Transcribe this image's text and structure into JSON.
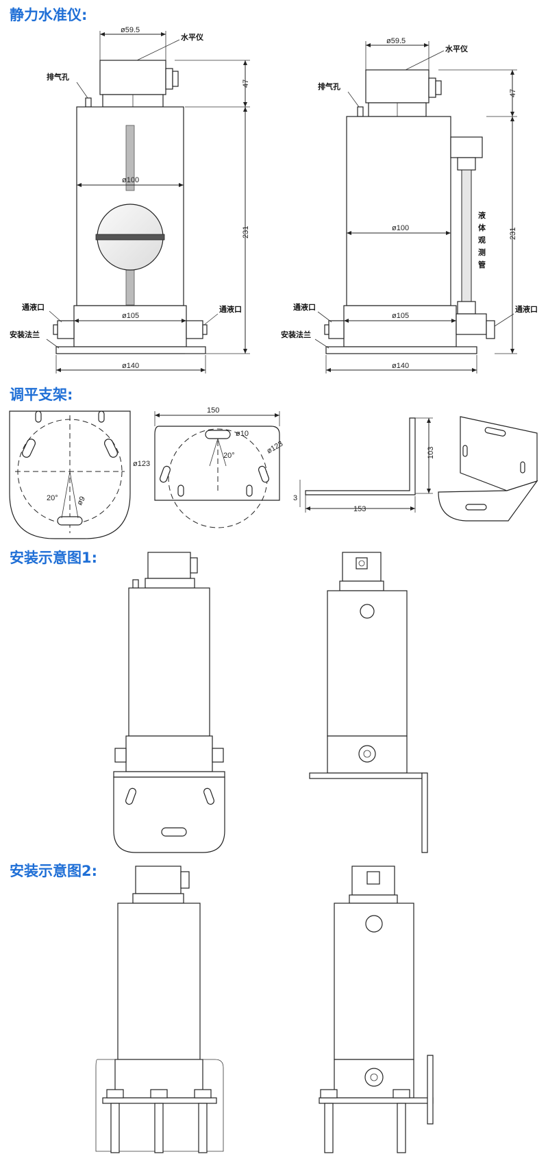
{
  "sections": {
    "s1": "静力水准仪:",
    "s2": "调平支架:",
    "s3": "安装示意图1:",
    "s4": "安装示意图2:"
  },
  "sensor_left": {
    "dia_top": "ø59.5",
    "level": "水平仪",
    "vent": "排气孔",
    "h_top": "47",
    "h_total": "231",
    "dia_body": "ø100",
    "port_left": "通液口",
    "port_right": "通液口",
    "flange": "安装法兰",
    "dia_base": "ø105",
    "dia_flange": "ø140"
  },
  "sensor_right": {
    "dia_top": "ø59.5",
    "level": "水平仪",
    "vent": "排气孔",
    "h_top": "47",
    "h_total": "231",
    "dia_body": "ø100",
    "tube_label": [
      "液",
      "体",
      "观",
      "测",
      "管"
    ],
    "port_left": "通液口",
    "port_right": "通液口",
    "flange": "安装法兰",
    "dia_base": "ø105",
    "dia_flange": "ø140"
  },
  "bracket": {
    "dia_a": "ø123",
    "angle_a": "20°",
    "hole_a": "ø9",
    "width_b": "150",
    "hole_b": "ø10",
    "angle_b": "20°",
    "dia_b": "ø123",
    "height_c": "103",
    "thick_c": "3",
    "len_c": "153"
  }
}
